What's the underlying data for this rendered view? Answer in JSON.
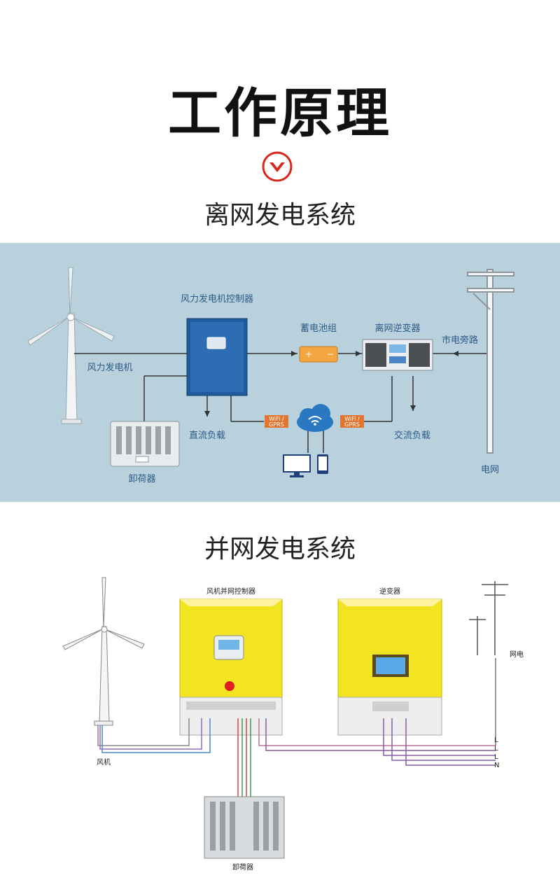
{
  "header": {
    "title": "工作原理"
  },
  "offgrid": {
    "title": "离网发电系统",
    "labels": {
      "controller": "风力发电机控制器",
      "battery": "蓄电池组",
      "inverter": "离网逆变器",
      "bypass": "市电旁路",
      "turbine": "风力发电机",
      "dc_load": "直流负载",
      "ac_load": "交流负载",
      "dump_load": "卸荷器",
      "grid": "电网",
      "wifi_left_1": "WiFi /",
      "wifi_left_2": "GPRS",
      "wifi_right_1": "WiFi /",
      "wifi_right_2": "GPRS"
    }
  },
  "ongrid": {
    "title": "并网发电系统",
    "labels": {
      "controller": "风机并网控制器",
      "inverter": "逆变器",
      "grid": "网电",
      "turbine": "风机",
      "dump_load": "卸荷器",
      "line_l1": "L",
      "line_l2": "L",
      "line_l3": "L",
      "line_n": "N"
    }
  },
  "colors": {
    "panel_bg": "#b8d1dc",
    "accent_red": "#d9261c",
    "controller_blue": "#1f5a9c",
    "battery_orange": "#f2a540",
    "tag_orange": "#e0762f",
    "label_blue": "#2d5a86",
    "device_yellow": "#f2e421",
    "wire_purple": "#8a5aa8"
  }
}
